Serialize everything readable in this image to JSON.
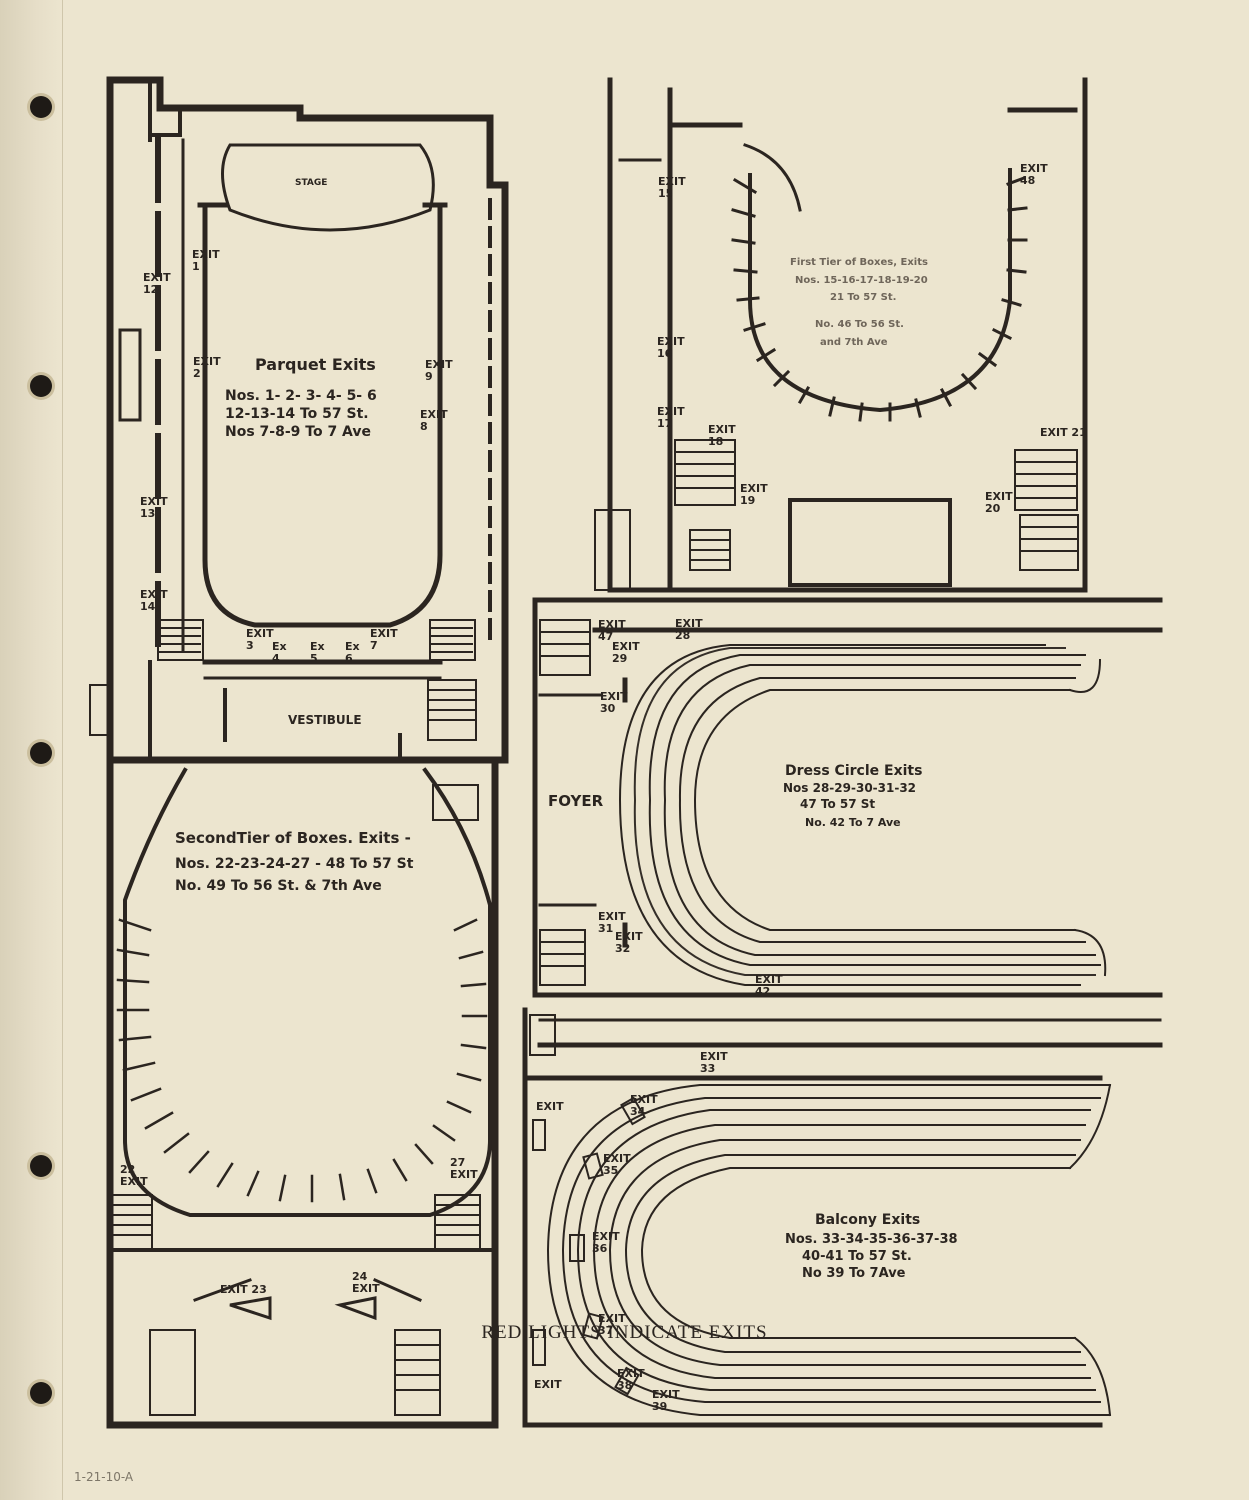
{
  "parquet": {
    "stage": "STAGE",
    "vestibule": "VESTIBULE",
    "title": "Parquet Exits",
    "line1": "Nos. 1- 2- 3- 4- 5- 6",
    "line2": "12-13-14 To 57 St.",
    "line3": "Nos 7-8-9 To 7 Ave",
    "exits": {
      "e1": "EXIT\n1",
      "e2": "EXIT\n2",
      "e9": "EXIT\n9",
      "e8": "EXIT\n8",
      "e12": "EXIT\n12",
      "e13": "EXIT\n13",
      "e14": "EXIT\n14",
      "e3": "EXIT\n3",
      "e4": "Ex\n4",
      "e5": "Ex\n5",
      "e6": "Ex\n6",
      "e7": "EXIT\n7"
    }
  },
  "first_tier": {
    "title": "First Tier of Boxes, Exits",
    "line1": "Nos. 15-16-17-18-19-20",
    "line2": "21 To 57 St.",
    "line3": "No. 46 To 56 St.",
    "line4": "and 7th Ave",
    "exits": {
      "e15": "EXIT\n15",
      "e48": "EXIT\n48",
      "e16": "EXIT\n16",
      "e17": "EXIT\n17",
      "e18": "EXIT\n18",
      "e19": "EXIT\n19",
      "e20": "EXIT\n20",
      "e21": "EXIT 21"
    }
  },
  "second_tier": {
    "title": "SecondTier of Boxes. Exits -",
    "line1": "Nos. 22-23-24-27 - 48 To 57 St",
    "line2": "No.  49 To 56 St. & 7th Ave",
    "exits": {
      "e22": "22\nEXIT",
      "e27": "27\nEXIT",
      "e23": "EXIT 23",
      "e24": "24\nEXIT"
    }
  },
  "dress_circle": {
    "foyer": "FOYER",
    "title": "Dress Circle Exits",
    "line1": "Nos 28-29-30-31-32",
    "line2": "47 To 57 St",
    "line3": "No. 42 To 7 Ave",
    "exits": {
      "e47": "EXIT\n47",
      "e28": "EXIT\n28",
      "e29": "EXIT\n29",
      "e30": "EXIT\n30",
      "e31": "EXIT\n31",
      "e32": "EXIT\n32",
      "e42": "EXIT\n42"
    }
  },
  "balcony": {
    "title": "Balcony Exits",
    "line1": "Nos. 33-34-35-36-37-38",
    "line2": "40-41 To 57 St.",
    "line3": "No 39 To 7Ave",
    "exits": {
      "e33": "EXIT\n33",
      "e34": "EXIT\n34",
      "e35": "EXIT\n35",
      "e36": "EXIT\n36",
      "e37": "EXIT\n37",
      "e38": "EXIT\n38",
      "e39": "EXIT\n39",
      "e40": "EXIT",
      "e41": "EXIT"
    }
  },
  "footer": "RED LIGHTS INDICATE EXITS",
  "pencil_note": "1-21-10-A",
  "colors": {
    "paper": "#ece5cf",
    "ink": "#2b2520"
  }
}
